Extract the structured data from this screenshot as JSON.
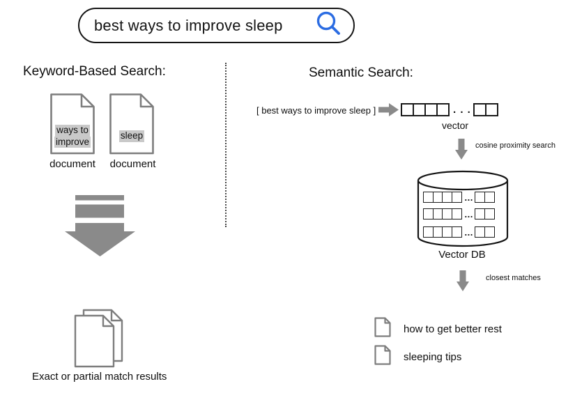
{
  "search_bar": {
    "query": "best ways to improve sleep",
    "icon": "magnifying-glass"
  },
  "keyword_search": {
    "title": "Keyword-Based Search:",
    "documents": [
      {
        "highlight_lines": [
          "ways to",
          "improve"
        ],
        "label": "document"
      },
      {
        "highlight_lines": [
          "sleep"
        ],
        "label": "document"
      }
    ],
    "result_caption": "Exact or partial match results"
  },
  "semantic_search": {
    "title": "Semantic Search:",
    "query_text": "[ best ways to improve sleep ]",
    "vector_label": "vector",
    "vector_dots": ". . .",
    "cosine_label": "cosine proximity search",
    "db_label": "Vector DB",
    "db_row_dots": "...",
    "closest_label": "closest matches",
    "results": [
      {
        "label": "how to get better rest"
      },
      {
        "label": "sleeping tips"
      }
    ]
  },
  "icons": {
    "search": "magnifying-glass",
    "down_arrow": "block-arrow-down",
    "right_arrow": "block-arrow-right",
    "striped_arrow": "striped-block-arrow-down",
    "database": "cylinder-database",
    "document": "page-with-folded-corner"
  },
  "colors": {
    "arrow_gray": "#8a8a8a",
    "doc_border": "#7d7d7d",
    "highlight_bg": "#c9c9c9",
    "search_blue": "#2b6ce2",
    "outline": "#141414"
  }
}
